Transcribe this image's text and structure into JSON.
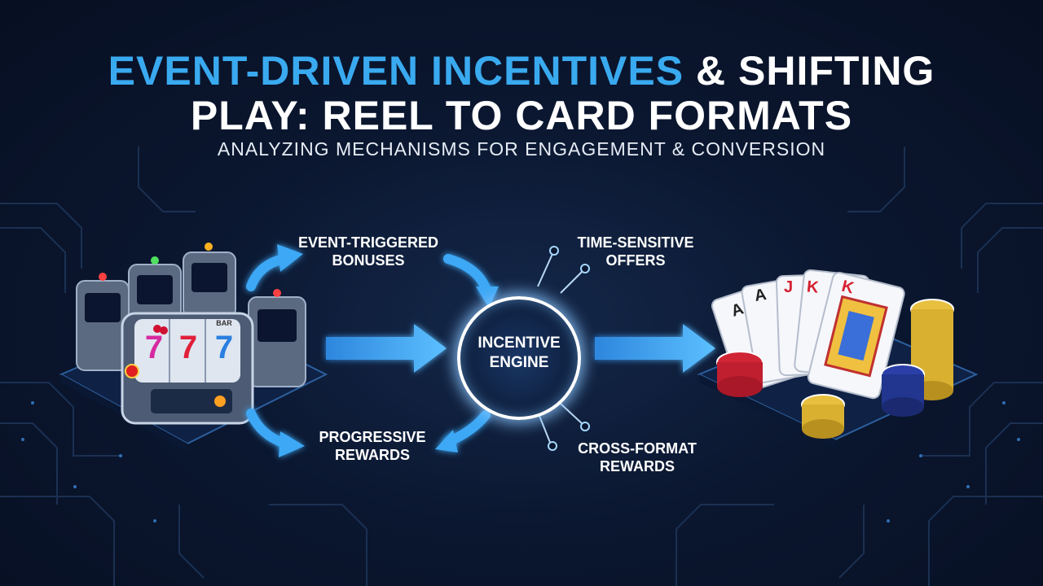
{
  "title": {
    "line1_accent": "EVENT-DRIVEN INCENTIVES",
    "line1_rest": " & SHIFTING",
    "line2": "PLAY: REEL TO CARD FORMATS"
  },
  "subtitle": "ANALYZING MECHANISMS FOR ENGAGEMENT & CONVERSION",
  "engine": {
    "line1": "INCENTIVE",
    "line2": "ENGINE"
  },
  "labels": {
    "event_triggered": {
      "line1": "EVENT-TRIGGERED",
      "line2": "BONUSES"
    },
    "time_sensitive": {
      "line1": "TIME-SENSITIVE",
      "line2": "OFFERS"
    },
    "progressive": {
      "line1": "PROGRESSIVE",
      "line2": "REWARDS"
    },
    "cross_format": {
      "line1": "CROSS-FORMAT",
      "line2": "REWARDS"
    }
  },
  "slot_reels": [
    "7",
    "7",
    "7"
  ],
  "slot_bar_text": "BAR",
  "cards": [
    "A",
    "A",
    "J",
    "K",
    "K"
  ],
  "colors": {
    "accent": "#3aaaf0",
    "background": "#0b1730",
    "circuit": "#1d3558",
    "arrow": "#3ea8f5"
  }
}
